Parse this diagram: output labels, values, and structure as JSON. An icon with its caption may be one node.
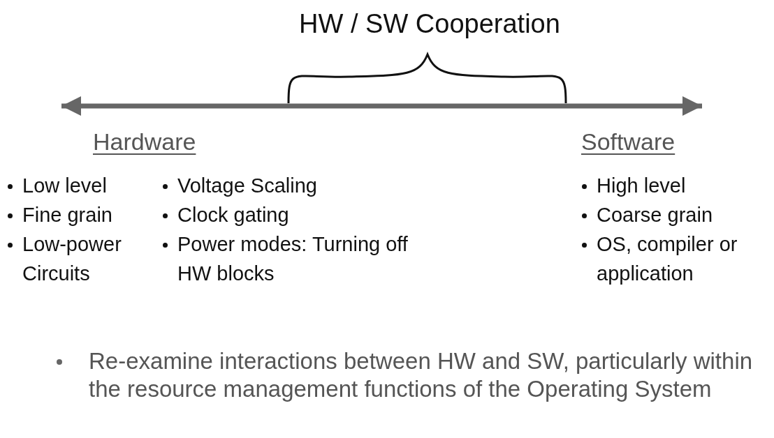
{
  "diagram": {
    "title": "HW / SW Cooperation",
    "labels": [
      "Hardware",
      "Low level",
      "Fine grain",
      "Low-power Circuits",
      "Voltage Scaling",
      "Clock gating",
      "Power modes: Turning off HW blocks",
      "Software",
      "High level",
      "Coarse grain",
      "OS, compiler or application",
      "Re-examine interactions between HW and SW, particularly within the resource management functions of the Operating System"
    ]
  }
}
